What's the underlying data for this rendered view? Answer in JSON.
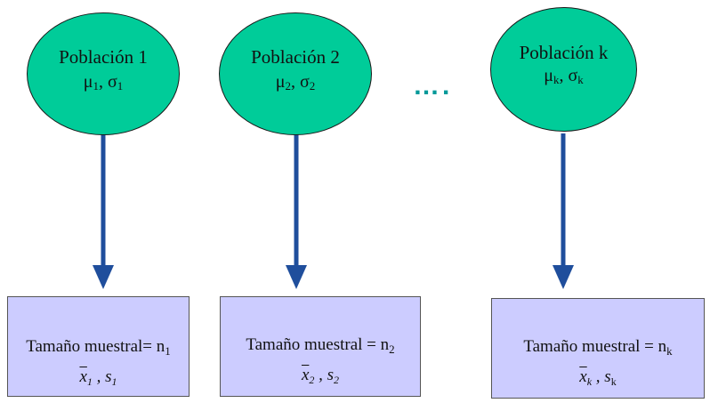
{
  "populations": [
    {
      "label": "Población  1",
      "mu": "μ",
      "mu_sub": "1",
      "sep": ", ",
      "sigma": "σ",
      "sigma_sub": "1"
    },
    {
      "label": "Población  2",
      "mu": "μ",
      "mu_sub": "2",
      "sep": ", ",
      "sigma": "σ",
      "sigma_sub": "2"
    },
    {
      "label": "Población k",
      "mu": "μ",
      "mu_sub": "k",
      "sep": ", ",
      "sigma": "σ",
      "sigma_sub": "k"
    }
  ],
  "ellipsis": "….",
  "samples": [
    {
      "size_label": "Tamaño muestral= n",
      "n_sub": "1",
      "xbar": "x",
      "xbar_sub": "1",
      "sep": " , ",
      "s": "s",
      "s_sub": "1"
    },
    {
      "size_label": "Tamaño muestral = n",
      "n_sub": "2",
      "xbar": "x",
      "xbar_sub": "2",
      "sep": " , ",
      "s": "s",
      "s_sub": "2"
    },
    {
      "size_label": "Tamaño muestral = n",
      "n_sub": "k",
      "xbar": "x",
      "xbar_sub": "k",
      "sep": " , ",
      "s": "s",
      "s_sub": "k"
    }
  ],
  "colors": {
    "population_fill": "#00cc99",
    "sample_fill": "#ccccff",
    "arrow": "#1f4e9c",
    "ellipsis": "#009999"
  }
}
